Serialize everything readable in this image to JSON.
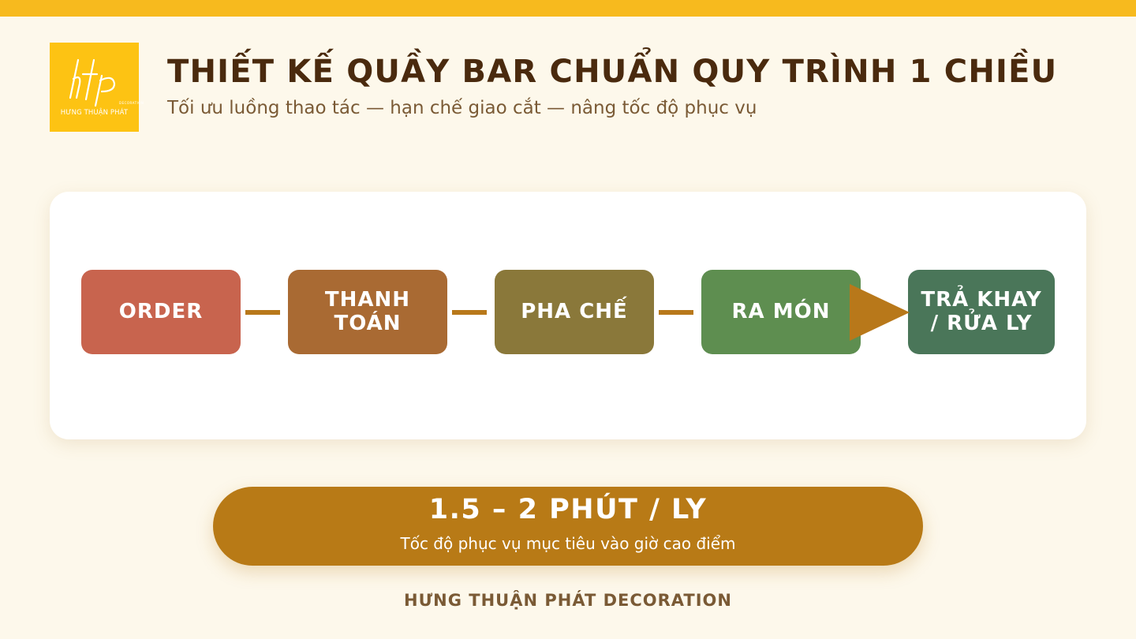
{
  "header": {
    "logo_mark": "htp",
    "logo_small": "DECORATION",
    "logo_name": "HƯNG THUẬN PHÁT",
    "title": "THIẾT KẾ QUẦY BAR CHUẨN QUY TRÌNH 1 CHIỀU",
    "subtitle": "Tối ưu luồng thao tác — hạn chế giao cắt — nâng tốc độ phục vụ"
  },
  "colors": {
    "top_bar": "#F7BA1E",
    "logo_bg": "#FDC313",
    "connector": "#B8781A",
    "pill": "#B87A16"
  },
  "flow": {
    "steps": [
      {
        "label": "ORDER",
        "color": "#C8644E"
      },
      {
        "label": "THANH TOÁN",
        "color": "#A96A33"
      },
      {
        "label": "PHA CHẾ",
        "color": "#8A783A"
      },
      {
        "label": "RA MÓN",
        "color": "#5E8E50"
      },
      {
        "label": "TRẢ KHAY\n/ RỬA LY",
        "color": "#4A7659"
      }
    ]
  },
  "speed": {
    "value": "1.5 – 2 PHÚT / LY",
    "caption": "Tốc độ phục vụ mục tiêu vào giờ cao điểm"
  },
  "footer": {
    "brand": "HƯNG THUẬN PHÁT DECORATION"
  }
}
